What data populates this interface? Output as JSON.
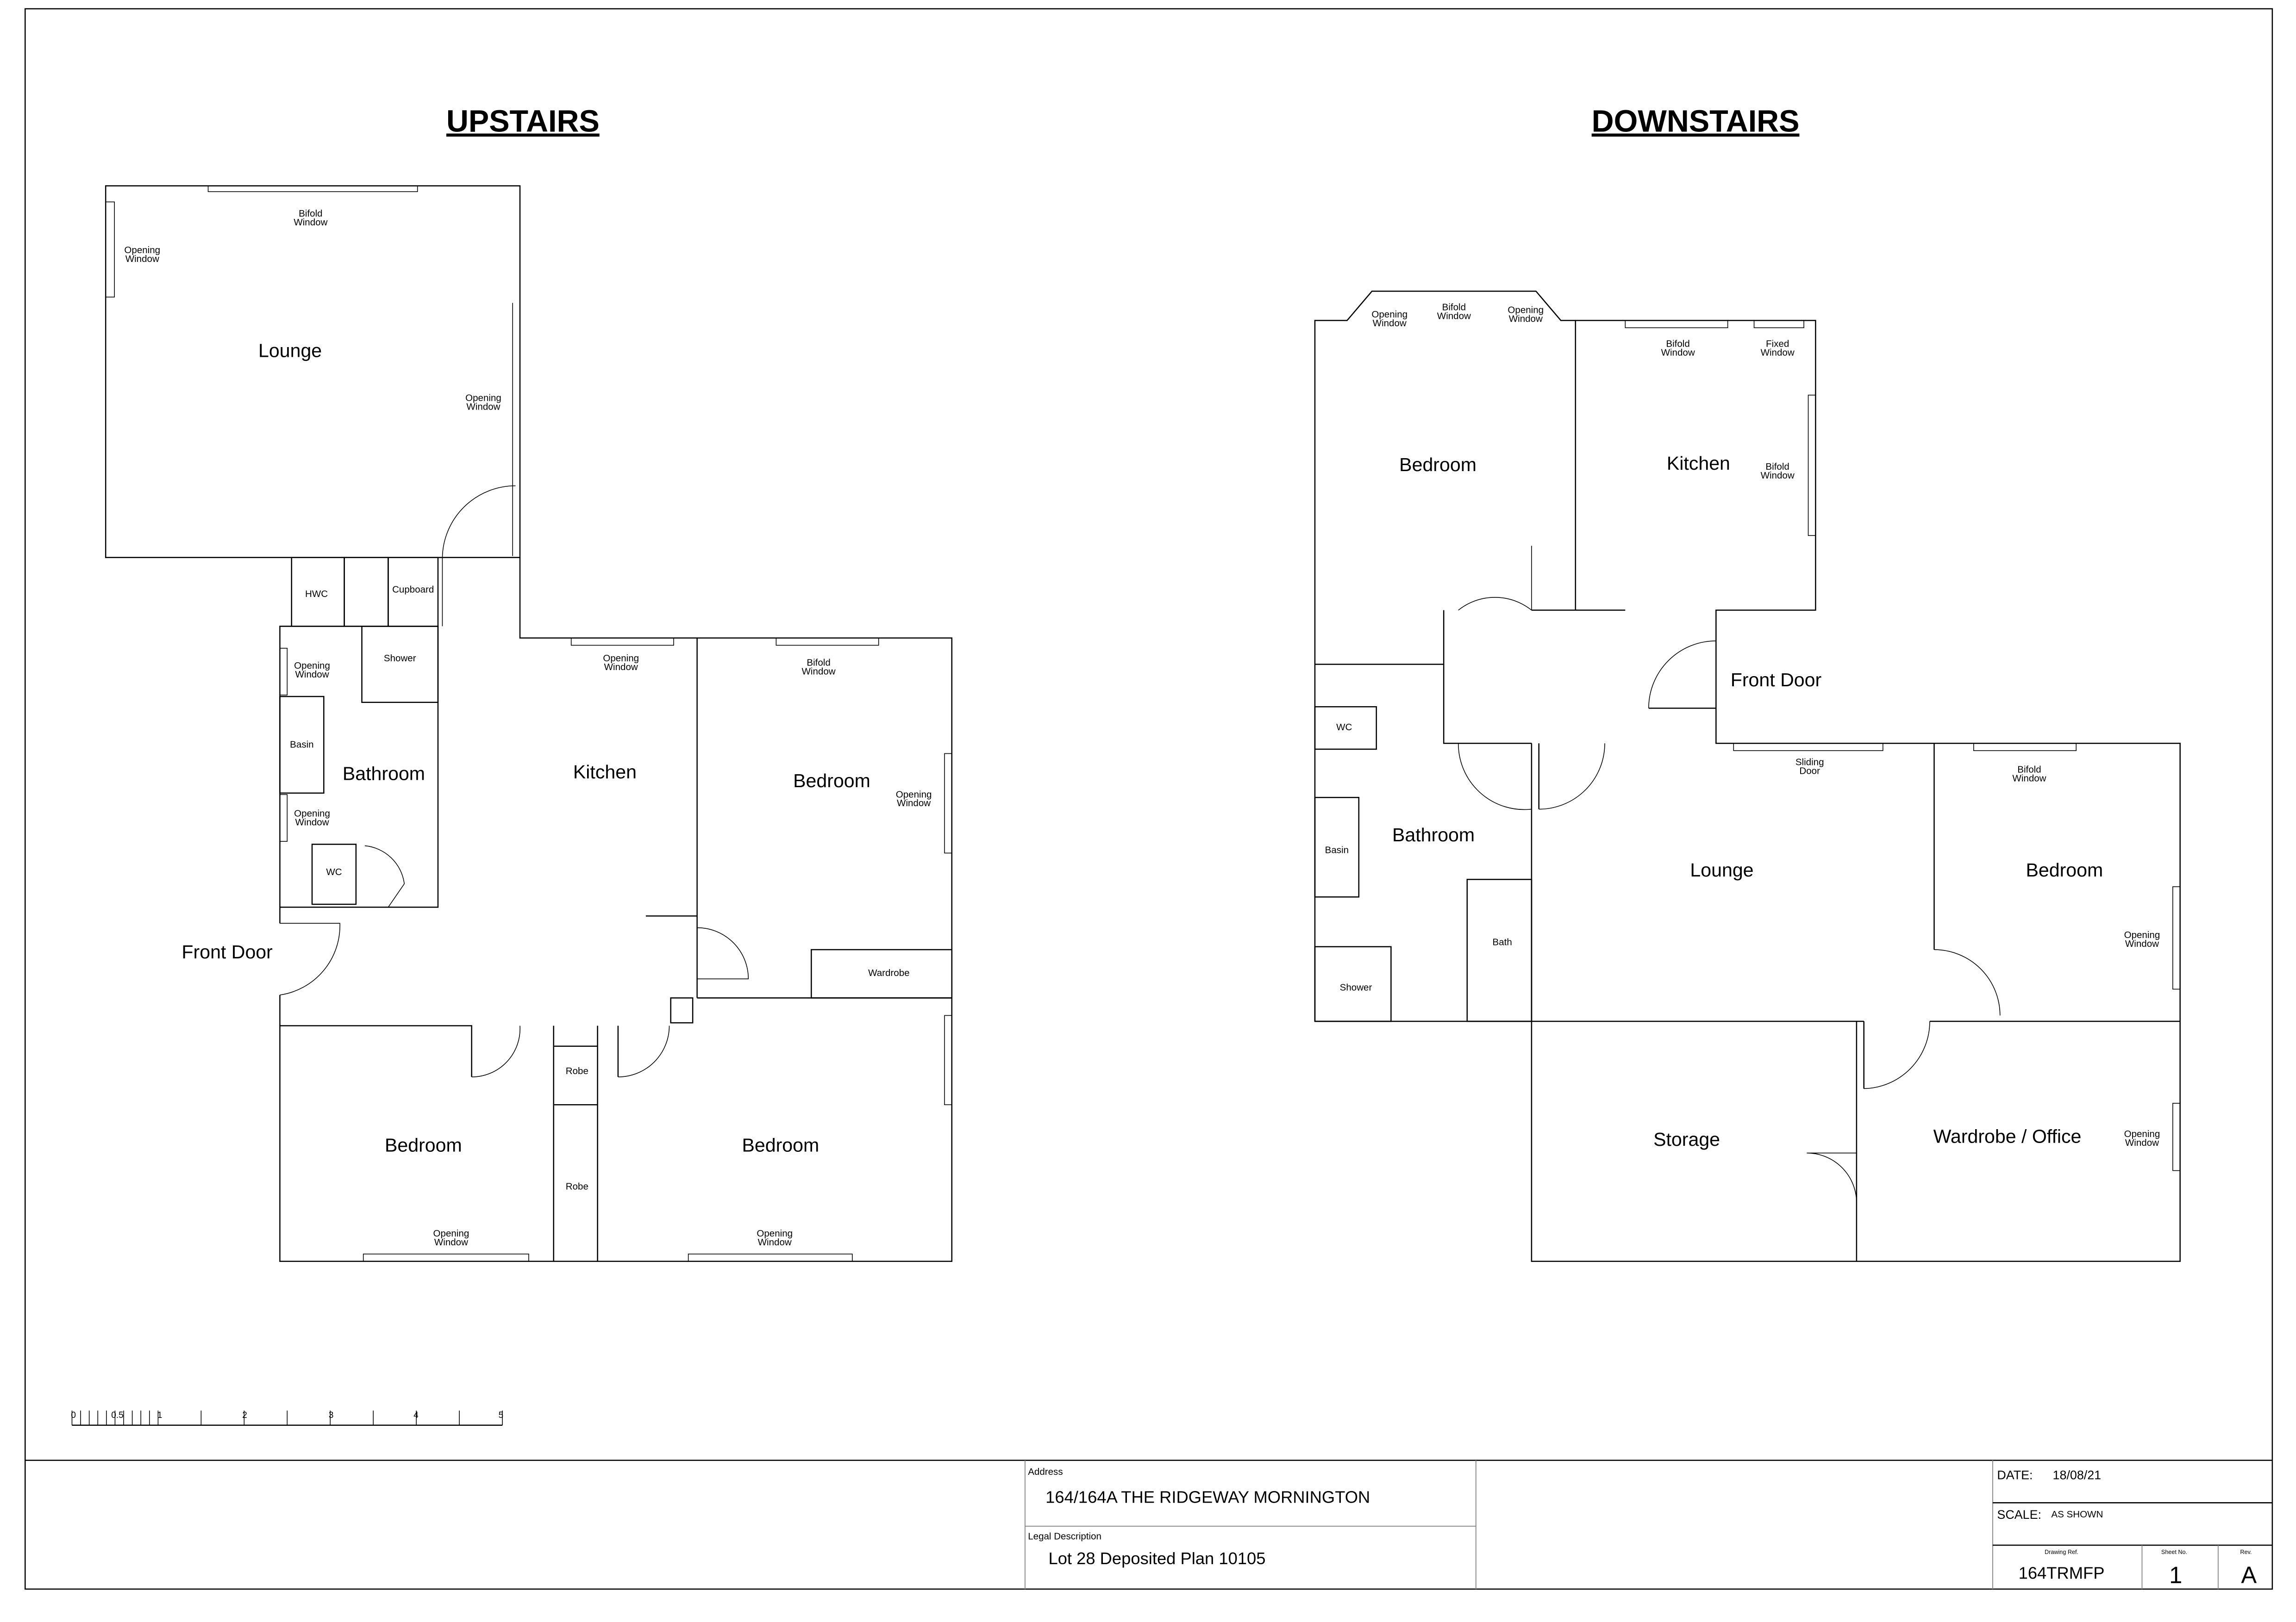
{
  "upstairs": {
    "title": "UPSTAIRS",
    "rooms": {
      "lounge": "Lounge",
      "bathroom": "Bathroom",
      "kitchen": "Kitchen",
      "bedroom1": "Bedroom",
      "bedroom2": "Bedroom",
      "bedroom3": "Bedroom",
      "front_door": "Front Door"
    },
    "fixtures": {
      "hwc": "HWC",
      "cupboard": "Cupboard",
      "shower": "Shower",
      "basin": "Basin",
      "wc": "WC",
      "wardrobe": "Wardrobe",
      "robe1": "Robe",
      "robe2": "Robe"
    },
    "windows": {
      "bifold": "Bifold",
      "opening": "Opening",
      "window": "Window"
    }
  },
  "downstairs": {
    "title": "DOWNSTAIRS",
    "rooms": {
      "bedroom1": "Bedroom",
      "kitchen": "Kitchen",
      "front_door": "Front Door",
      "bathroom": "Bathroom",
      "lounge": "Lounge",
      "bedroom2": "Bedroom",
      "storage": "Storage",
      "wardrobe_office": "Wardrobe / Office"
    },
    "fixtures": {
      "wc": "WC",
      "basin": "Basin",
      "bath": "Bath",
      "shower": "Shower"
    },
    "windows": {
      "bifold": "Bifold",
      "opening": "Opening",
      "fixed": "Fixed",
      "sliding": "Sliding",
      "door": "Door",
      "window": "Window"
    }
  },
  "scale_bar": {
    "ticks": [
      "0",
      "0.5",
      "1",
      "2",
      "3",
      "4",
      "5"
    ]
  },
  "title_block": {
    "address_label": "Address",
    "address": "164/164A THE RIDGEWAY MORNINGTON",
    "legal_label": "Legal Description",
    "legal": "Lot 28 Deposited Plan 10105",
    "date_label": "DATE:",
    "date": "18/08/21",
    "scale_label": "SCALE:",
    "scale": "AS SHOWN",
    "drawing_ref_label": "Drawing Ref.",
    "drawing_ref": "164TRMFP",
    "sheet_label": "Sheet No.",
    "sheet": "1",
    "rev_label": "Rev.",
    "rev": "A"
  }
}
